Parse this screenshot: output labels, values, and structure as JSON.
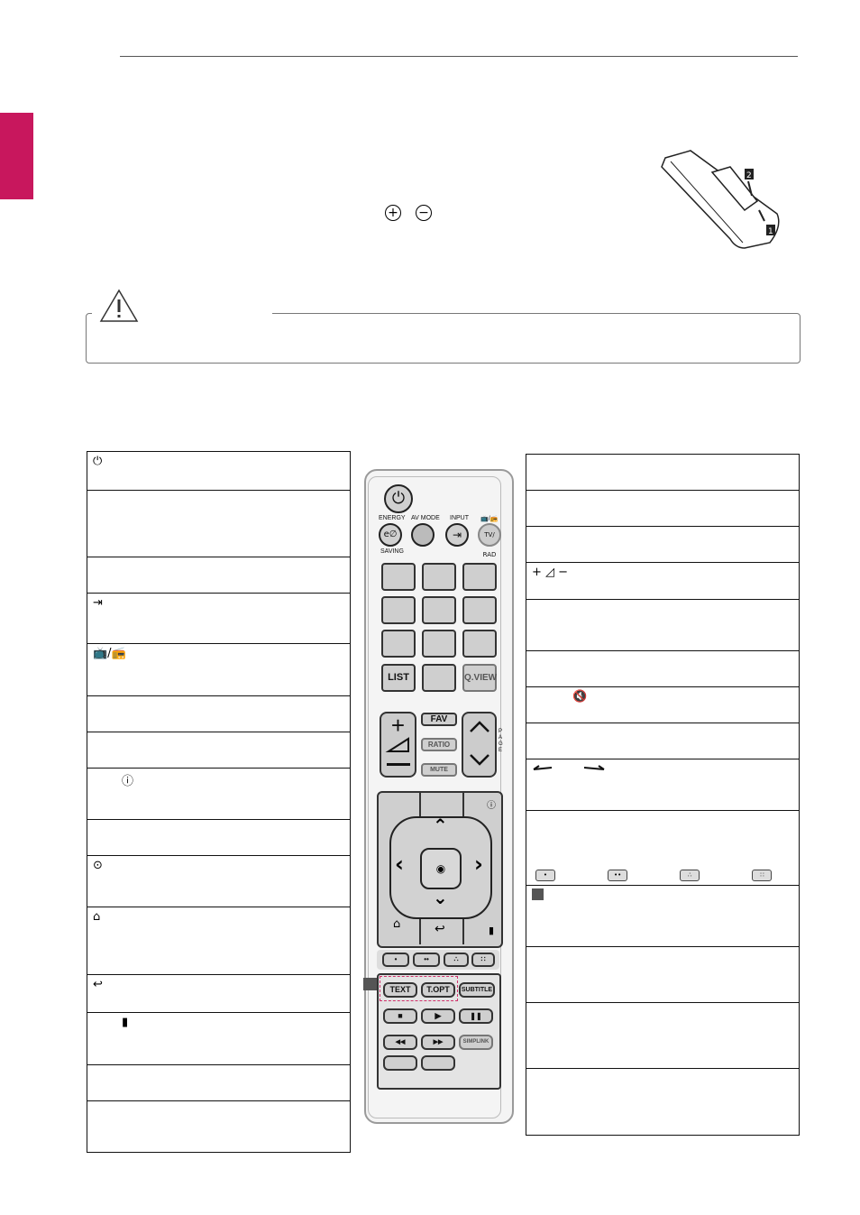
{
  "battery": {
    "plus_symbol": "+",
    "minus_symbol": "−",
    "step1": "1",
    "step2": "2"
  },
  "left_table": {
    "icons": {
      "power": "⏻",
      "input": "⇥",
      "tv_rad": "📺/📻",
      "info": "ⓘ",
      "q_menu": "⊙",
      "home": "⌂",
      "back": "↩",
      "exit": "▮"
    }
  },
  "right_table": {
    "volume_symbols": "+ ◿ −",
    "mute_symbol": "🔇",
    "color_buttons": [
      "•",
      "••",
      "∴",
      "∷"
    ]
  },
  "remote": {
    "labels": {
      "energy": "ENERGY",
      "saving": "SAVING",
      "av_mode": "AV MODE",
      "input": "INPUT",
      "tv_rad_label": "TV/ RAD",
      "list": "LIST",
      "q_view": "Q.VIEW",
      "fav": "FAV",
      "ratio": "RATIO",
      "mute": "MUTE",
      "page": "P A G E",
      "text": "TEXT",
      "t_opt": "T.OPT",
      "subtitle": "SUBTITLE",
      "simplink": "SIMPLINK"
    },
    "icons": {
      "power": "⏻",
      "energy": "e∅",
      "input": "⇥",
      "up": "⌃",
      "down": "⌄",
      "left": "‹",
      "right": "›",
      "ok": "◉",
      "home": "⌂",
      "back": "↩",
      "stop": "■",
      "play": "▶",
      "pause": "❚❚",
      "rew": "◀◀",
      "ff": "▶▶",
      "info": "ⓘ",
      "exit": "▮"
    }
  }
}
